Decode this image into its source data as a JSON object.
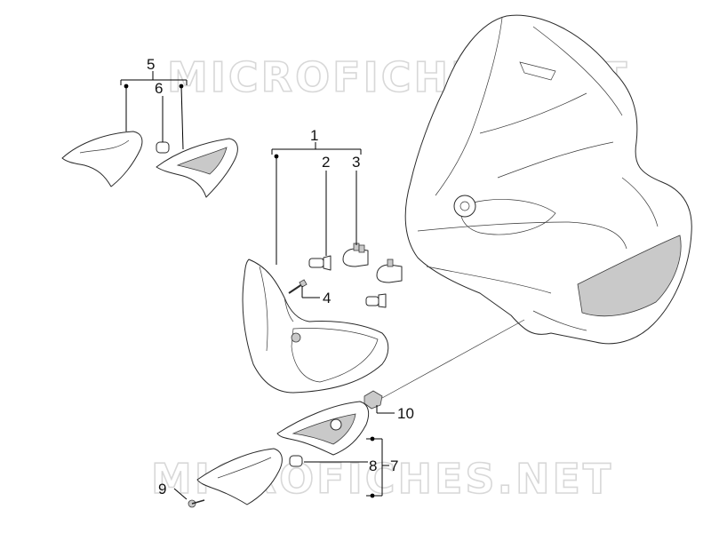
{
  "watermark": {
    "top_text": "MICROFICHES.NET",
    "bottom_text": "MICROFICHES.NET"
  },
  "callouts": {
    "c1": "1",
    "c2": "2",
    "c3": "3",
    "c4": "4",
    "c5": "5",
    "c6": "6",
    "c7": "7",
    "c8": "8",
    "c9": "9",
    "c10": "10"
  }
}
